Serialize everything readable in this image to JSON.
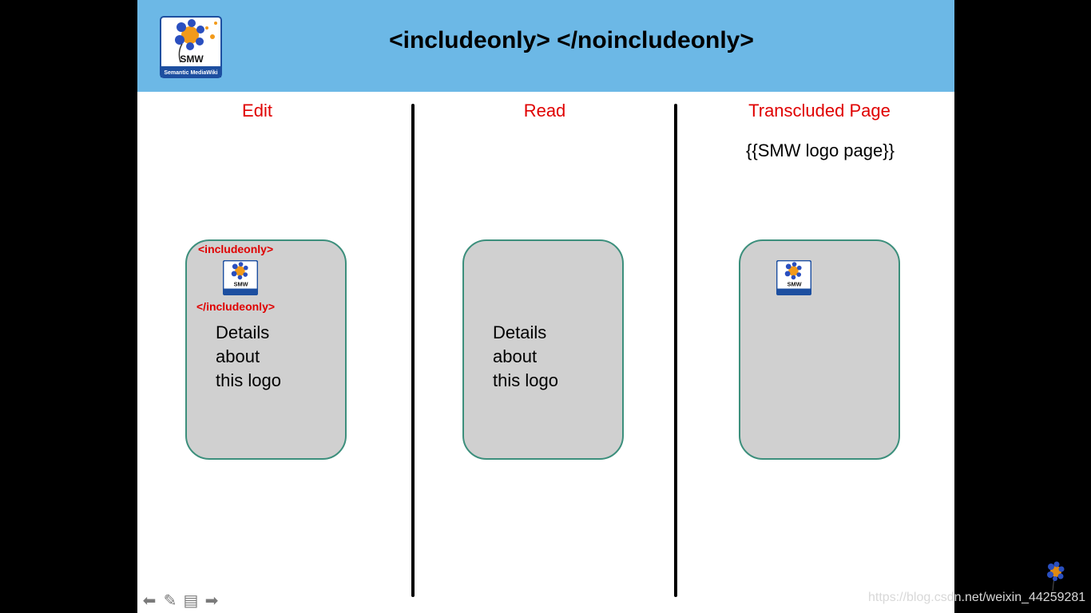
{
  "header": {
    "title": "<includeonly> </noincludeonly>",
    "logo_text": "SMW",
    "logo_caption": "Semantic MediaWiki"
  },
  "columns": [
    {
      "title": "Edit",
      "open_tag": "<includeonly>",
      "close_tag": "</includeonly>",
      "details": [
        "Details",
        "about",
        "this logo"
      ]
    },
    {
      "title": "Read",
      "details": [
        "Details",
        "about",
        "this logo"
      ]
    },
    {
      "title": "Transcluded Page",
      "transclusion": "{{SMW logo page}}"
    }
  ],
  "nav": {
    "icons": [
      "arrow-left-icon",
      "pencil-icon",
      "notes-icon",
      "arrow-right-icon"
    ]
  },
  "watermark": "https://blog.csdn.net/weixin_44259281",
  "colors": {
    "header": "#6cb8e6",
    "accent_red": "#e00000",
    "box_fill": "#d0d0d0",
    "box_border": "#3c8f7c"
  }
}
